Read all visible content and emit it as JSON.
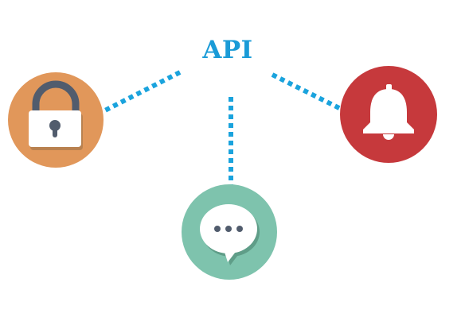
{
  "diagram": {
    "title": "API",
    "colors": {
      "title": "#1a9bd7",
      "connector": "#1aa3dd",
      "lock_circle": "#e1975a",
      "bell_circle": "#c6393c",
      "chat_circle": "#7ec3ad",
      "icon_dark": "#515c6d",
      "icon_light": "#ffffff"
    },
    "nodes": [
      {
        "name": "lock",
        "icon": "padlock-icon"
      },
      {
        "name": "notifications",
        "icon": "bell-icon"
      },
      {
        "name": "messages",
        "icon": "chat-bubble-icon"
      }
    ]
  }
}
